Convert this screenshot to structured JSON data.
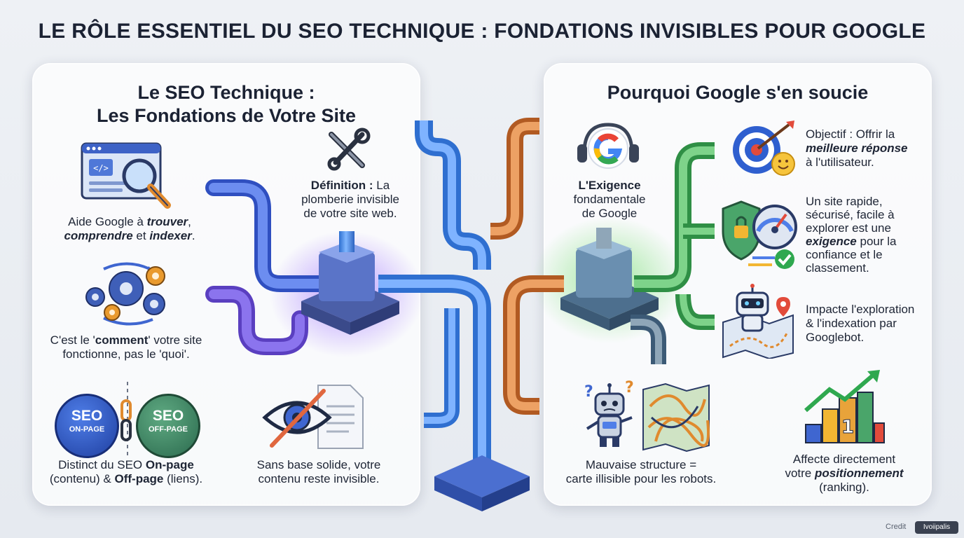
{
  "title": "LE RÔLE ESSENTIEL DU SEO TECHNIQUE : FONDATIONS INVISIBLES POUR GOOGLE",
  "left_panel": {
    "title_line1": "Le SEO Technique :",
    "title_line2": "Les Fondations de Votre Site",
    "definition": {
      "label": "Définition :",
      "rest_line1": " La",
      "line2": "plomberie invisible",
      "line3": "de votre site web."
    },
    "item_indexing": {
      "line1_a": "Aide Google à ",
      "line1_b": "trouver",
      "line1_c": ",",
      "line2_a": "comprendre",
      "line2_b": " et ",
      "line2_c": "indexer",
      "line2_d": "."
    },
    "item_how": {
      "line1_a": "C'est le '",
      "line1_b": "comment",
      "line1_c": "' votre site",
      "line2": "fonctionne, pas le 'quoi'."
    },
    "badge_onpage": {
      "big": "SEO",
      "small": "ON-PAGE"
    },
    "badge_offpage": {
      "big": "SEO",
      "small": "OFF-PAGE"
    },
    "item_distinct": {
      "line1_a": "Distinct du SEO ",
      "line1_b": "On-page",
      "line2_a": "(contenu) & ",
      "line2_b": "Off-page",
      "line2_c": " (liens)."
    },
    "item_invisible": {
      "line1": "Sans base solide, votre",
      "line2": "contenu reste invisible."
    }
  },
  "right_panel": {
    "title": "Pourquoi Google s'en soucie",
    "requirement": {
      "line1": "L'Exigence",
      "line2": "fondamentale",
      "line3": "de Google"
    },
    "item_goal": {
      "line1": "Objectif : Offrir la",
      "line2": "meilleure réponse",
      "line3": "à l'utilisateur."
    },
    "item_fast": {
      "line1": "Un site rapide,",
      "line2": "sécurisé, facile à",
      "line3": "explorer est une",
      "line4_a": "exigence",
      "line4_b": " pour la",
      "line5": "confiance et le",
      "line6": "classement."
    },
    "item_crawl": {
      "line1": "Impacte l'exploration",
      "line2": "& l'indexation par",
      "line3": "Googlebot."
    },
    "item_structure": {
      "line1": "Mauvaise structure =",
      "line2": "carte illisible pour les robots."
    },
    "item_ranking": {
      "line1": "Affecte directement",
      "line2_a": "votre ",
      "line2_b": "positionnement",
      "line3": "(ranking)."
    },
    "rank_number": "1"
  },
  "credit": {
    "label": "Credit",
    "badge": "Ivoiipalis"
  },
  "colors": {
    "pipe_blue": "#4f8fe8",
    "pipe_purple": "#6a5ed6",
    "pipe_orange": "#d9813f",
    "pipe_green": "#4fb85f",
    "accent_dark": "#1b2233"
  }
}
